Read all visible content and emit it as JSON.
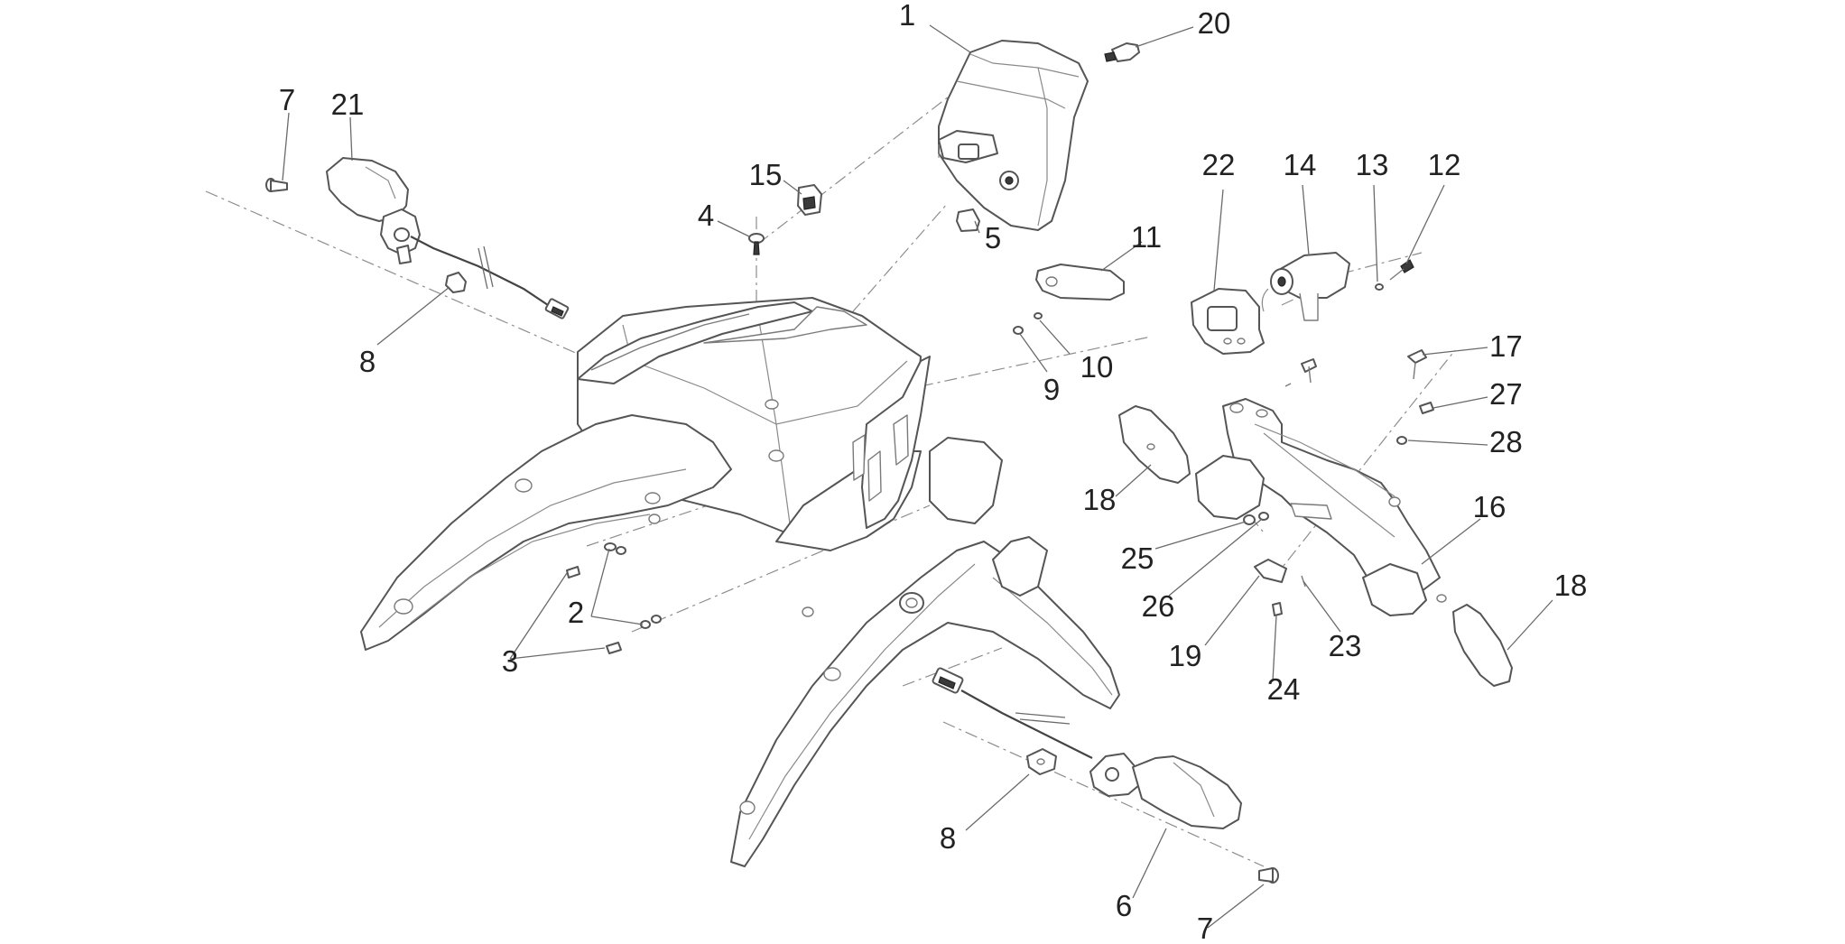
{
  "callouts": [
    {
      "id": "c1",
      "text": "1"
    },
    {
      "id": "c20",
      "text": "20"
    },
    {
      "id": "c7a",
      "text": "7"
    },
    {
      "id": "c21",
      "text": "21"
    },
    {
      "id": "c15",
      "text": "15"
    },
    {
      "id": "c4",
      "text": "4"
    },
    {
      "id": "c5",
      "text": "5"
    },
    {
      "id": "c11",
      "text": "11"
    },
    {
      "id": "c22",
      "text": "22"
    },
    {
      "id": "c14",
      "text": "14"
    },
    {
      "id": "c13",
      "text": "13"
    },
    {
      "id": "c12",
      "text": "12"
    },
    {
      "id": "c8a",
      "text": "8"
    },
    {
      "id": "c10",
      "text": "10"
    },
    {
      "id": "c9",
      "text": "9"
    },
    {
      "id": "c17",
      "text": "17"
    },
    {
      "id": "c27",
      "text": "27"
    },
    {
      "id": "c28",
      "text": "28"
    },
    {
      "id": "c18a",
      "text": "18"
    },
    {
      "id": "c16",
      "text": "16"
    },
    {
      "id": "c25",
      "text": "25"
    },
    {
      "id": "c26",
      "text": "26"
    },
    {
      "id": "c18b",
      "text": "18"
    },
    {
      "id": "c2",
      "text": "2"
    },
    {
      "id": "c3",
      "text": "3"
    },
    {
      "id": "c19",
      "text": "19"
    },
    {
      "id": "c23",
      "text": "23"
    },
    {
      "id": "c24",
      "text": "24"
    },
    {
      "id": "c8b",
      "text": "8"
    },
    {
      "id": "c6",
      "text": "6"
    },
    {
      "id": "c7b",
      "text": "7"
    }
  ]
}
